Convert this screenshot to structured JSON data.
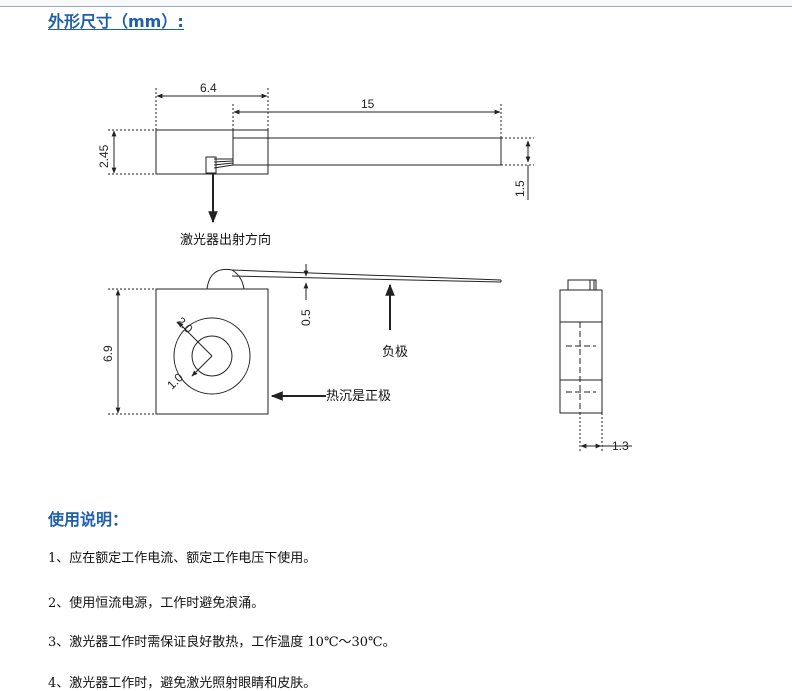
{
  "titles": {
    "dimensions": "外形尺寸（mm）:",
    "usage": "使用说明："
  },
  "diagram": {
    "top_view": {
      "width": "6.4",
      "lead_length": "15",
      "height": "2.45",
      "lead_offset": "1.5",
      "emission_direction": "激光器出射方向"
    },
    "front_view": {
      "height": "6.9",
      "outer_diameter": "2.0",
      "inner_diameter": "1.0",
      "lead_gap": "0.5",
      "negative_label": "负极",
      "heatsink_label": "热沉是正极"
    },
    "side_view": {
      "thickness": "1.3"
    }
  },
  "usage": [
    "1、应在额定工作电流、额定工作电压下使用。",
    "2、使用恒流电源，工作时避免浪涌。",
    "3、激光器工作时需保证良好散热，工作温度 10℃～30℃。",
    "4、激光器工作时，避免激光照射眼睛和皮肤。"
  ],
  "colors": {
    "title_blue": "#1f5fa8",
    "line": "#222222"
  }
}
